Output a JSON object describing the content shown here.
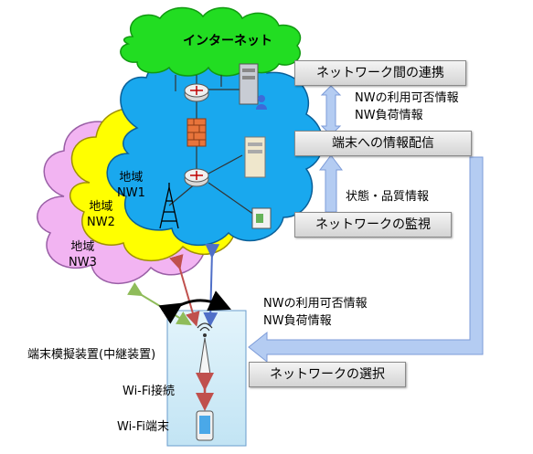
{
  "internet": {
    "label": "インターネット"
  },
  "regions": [
    {
      "line1": "地域",
      "line2": "NW1"
    },
    {
      "line1": "地域",
      "line2": "NW2"
    },
    {
      "line1": "地域",
      "line2": "NW3"
    }
  ],
  "boxes": {
    "coordination": "ネットワーク間の連携",
    "distribution": "端末への情報配信",
    "monitoring": "ネットワークの監視",
    "selection": "ネットワークの選択"
  },
  "labels": {
    "availability_load_top_1": "NWの利用可否情報",
    "availability_load_top_2": "NW負荷情報",
    "status_quality": "状態・品質情報",
    "availability_load_mid_1": "NWの利用可否情報",
    "availability_load_mid_2": "NW負荷情報",
    "emulator": "端末模擬装置(中継装置)",
    "wifi_connection": "Wi-Fi接続",
    "wifi_terminal": "Wi-Fi端末"
  },
  "colors": {
    "internet_cloud": "#22dd22",
    "nw1_cloud": "#19a8ee",
    "nw2_cloud": "#ffff00",
    "nw3_cloud": "#f2b4f2",
    "device_panel": "#cdebf8",
    "flow_arrow": "#b4ccf2"
  }
}
